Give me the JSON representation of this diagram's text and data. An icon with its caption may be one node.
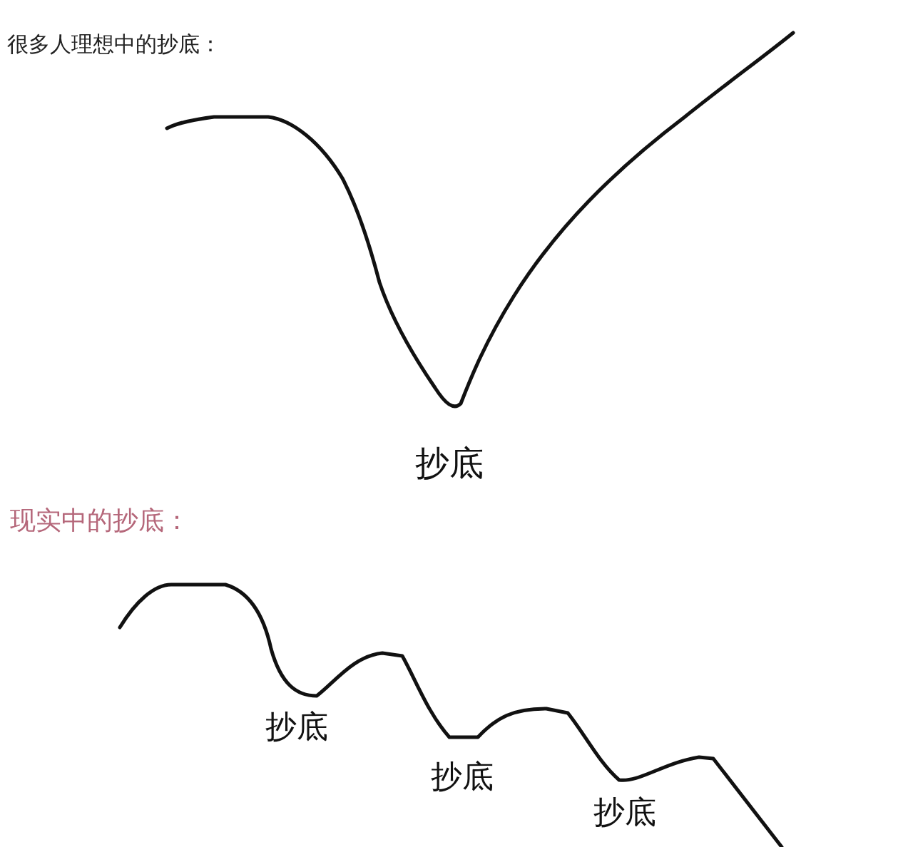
{
  "diagram": {
    "labels": [
      "很多人理想中的抄底：",
      "抄底",
      "现实中的抄底：",
      "抄底",
      "抄底",
      "抄底"
    ]
  }
}
